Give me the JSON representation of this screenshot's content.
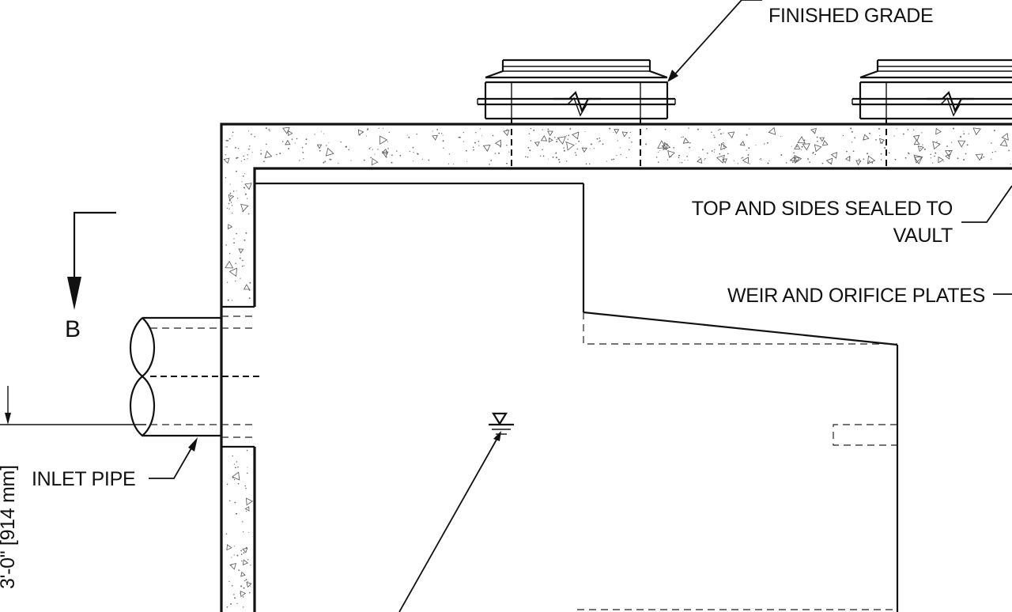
{
  "labels": {
    "finished_grade": "FINISHED GRADE",
    "sealed_line1": "TOP AND SIDES SEALED TO",
    "sealed_line2": "VAULT",
    "weir_plates": "WEIR AND ORIFICE PLATES",
    "inlet_pipe": "INLET PIPE",
    "section_mark": "B",
    "dimension": "3'-0\" [914 mm]"
  },
  "colors": {
    "line": "#111111",
    "background": "#ffffff",
    "aggregate": "#666666"
  },
  "icons": [
    "section-arrow-icon",
    "water-level-icon"
  ]
}
